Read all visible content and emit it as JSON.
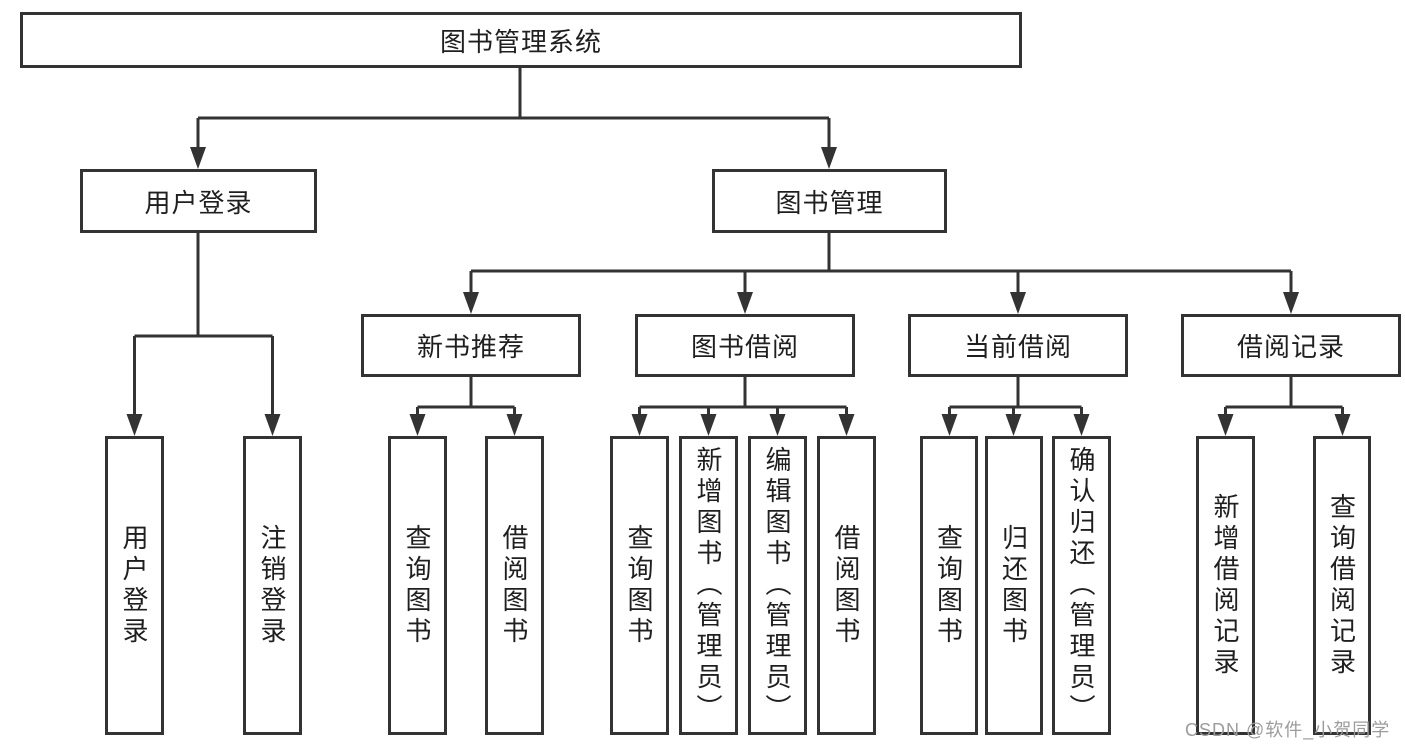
{
  "colors": {
    "line": "#333333",
    "box_border": "#333333",
    "text": "#1f1f1f",
    "watermark": "#9c9c9c",
    "background": "#ffffff"
  },
  "tree": {
    "root": {
      "label": "图书管理系统",
      "children": [
        {
          "label": "用户登录",
          "children": [
            {
              "label": "用户登录"
            },
            {
              "label": "注销登录"
            }
          ]
        },
        {
          "label": "图书管理",
          "children": [
            {
              "label": "新书推荐",
              "children": [
                {
                  "label": "查询图书"
                },
                {
                  "label": "借阅图书"
                }
              ]
            },
            {
              "label": "图书借阅",
              "children": [
                {
                  "label": "查询图书"
                },
                {
                  "label": "新增图书（管理员）"
                },
                {
                  "label": "编辑图书（管理员）"
                },
                {
                  "label": "借阅图书"
                }
              ]
            },
            {
              "label": "当前借阅",
              "children": [
                {
                  "label": "查询图书"
                },
                {
                  "label": "归还图书"
                },
                {
                  "label": "确认归还（管理员）"
                }
              ]
            },
            {
              "label": "借阅记录",
              "children": [
                {
                  "label": "新增借阅记录"
                },
                {
                  "label": "查询借阅记录"
                }
              ]
            }
          ]
        }
      ]
    }
  },
  "watermark": {
    "text": "CSDN @软件_小贺同学"
  }
}
